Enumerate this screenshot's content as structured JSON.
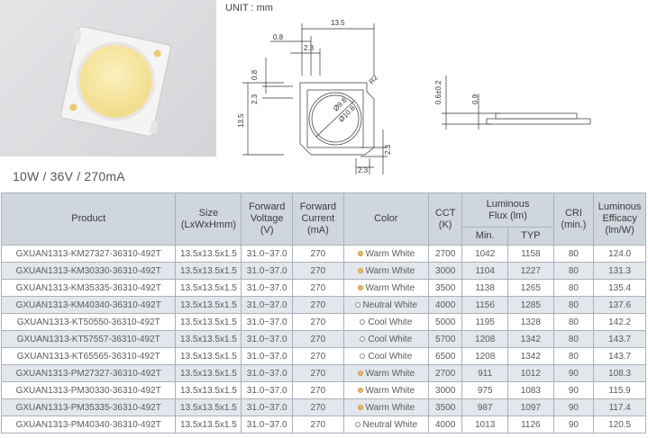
{
  "header": {
    "unit_label": "UNIT : mm",
    "spec_label": "10W / 36V / 270mA"
  },
  "drawing": {
    "dims": [
      "13.5",
      "0.8",
      "2.3",
      "0.8",
      "R2",
      "2.3",
      "13.5",
      "Ø9.8",
      "Ø10.8",
      "2.3",
      "2.3",
      "0.6±0.2",
      "0.9"
    ]
  },
  "table": {
    "headers": {
      "product": "Product",
      "size": [
        "Size",
        "(LxWxHmm)"
      ],
      "voltage": [
        "Forward",
        "Voltage",
        "(V)"
      ],
      "current": [
        "Forward",
        "Current",
        "(mA)"
      ],
      "color": "Color",
      "cct": [
        "CCT",
        "(K)"
      ],
      "flux": [
        "Luminous",
        "Flux (lm)"
      ],
      "flux_min": "Min.",
      "flux_typ": "TYP",
      "cri": [
        "CRI",
        "(min.)"
      ],
      "efficacy": [
        "Luminous",
        "Efficacy",
        "(lm/W)"
      ]
    },
    "colors": {
      "Warm White": "#e8b86a",
      "Neutral White": "#ffffff",
      "Cool White": "#ffffff"
    },
    "rows": [
      [
        "GXUAN1313-KM27327-36310-492T",
        "13.5x13.5x1.5",
        "31.0~37.0",
        "270",
        "Warm White",
        "2700",
        "1042",
        "1158",
        "80",
        "124.0"
      ],
      [
        "GXUAN1313-KM30330-36310-492T",
        "13.5x13.5x1.5",
        "31.0~37.0",
        "270",
        "Warm White",
        "3000",
        "1104",
        "1227",
        "80",
        "131.3"
      ],
      [
        "GXUAN1313-KM35335-36310-492T",
        "13.5x13.5x1.5",
        "31.0~37.0",
        "270",
        "Warm White",
        "3500",
        "1138",
        "1265",
        "80",
        "135.4"
      ],
      [
        "GXUAN1313-KM40340-36310-492T",
        "13.5x13.5x1.5",
        "31.0~37.0",
        "270",
        "Neutral White",
        "4000",
        "1156",
        "1285",
        "80",
        "137.6"
      ],
      [
        "GXUAN1313-KT50550-36310-492T",
        "13.5x13.5x1.5",
        "31.0~37.0",
        "270",
        "Cool White",
        "5000",
        "1195",
        "1328",
        "80",
        "142.2"
      ],
      [
        "GXUAN1313-KT57557-36310-492T",
        "13.5x13.5x1.5",
        "31.0~37.0",
        "270",
        "Cool White",
        "5700",
        "1208",
        "1342",
        "80",
        "143.7"
      ],
      [
        "GXUAN1313-KT65565-36310-492T",
        "13.5x13.5x1.5",
        "31.0~37.0",
        "270",
        "Cool White",
        "6500",
        "1208",
        "1342",
        "80",
        "143.7"
      ],
      [
        "GXUAN1313-PM27327-36310-492T",
        "13.5x13.5x1.5",
        "31.0~37.0",
        "270",
        "Warm White",
        "2700",
        "911",
        "1012",
        "90",
        "108.3"
      ],
      [
        "GXUAN1313-PM30330-36310-492T",
        "13.5x13.5x1.5",
        "31.0~37.0",
        "270",
        "Warm White",
        "3000",
        "975",
        "1083",
        "90",
        "115.9"
      ],
      [
        "GXUAN1313-PM35335-36310-492T",
        "13.5x13.5x1.5",
        "31.0~37.0",
        "270",
        "Warm White",
        "3500",
        "987",
        "1097",
        "90",
        "117.4"
      ],
      [
        "GXUAN1313-PM40340-36310-492T",
        "13.5x13.5x1.5",
        "31.0~37.0",
        "270",
        "Neutral White",
        "4000",
        "1013",
        "1126",
        "90",
        "120.5"
      ]
    ]
  }
}
